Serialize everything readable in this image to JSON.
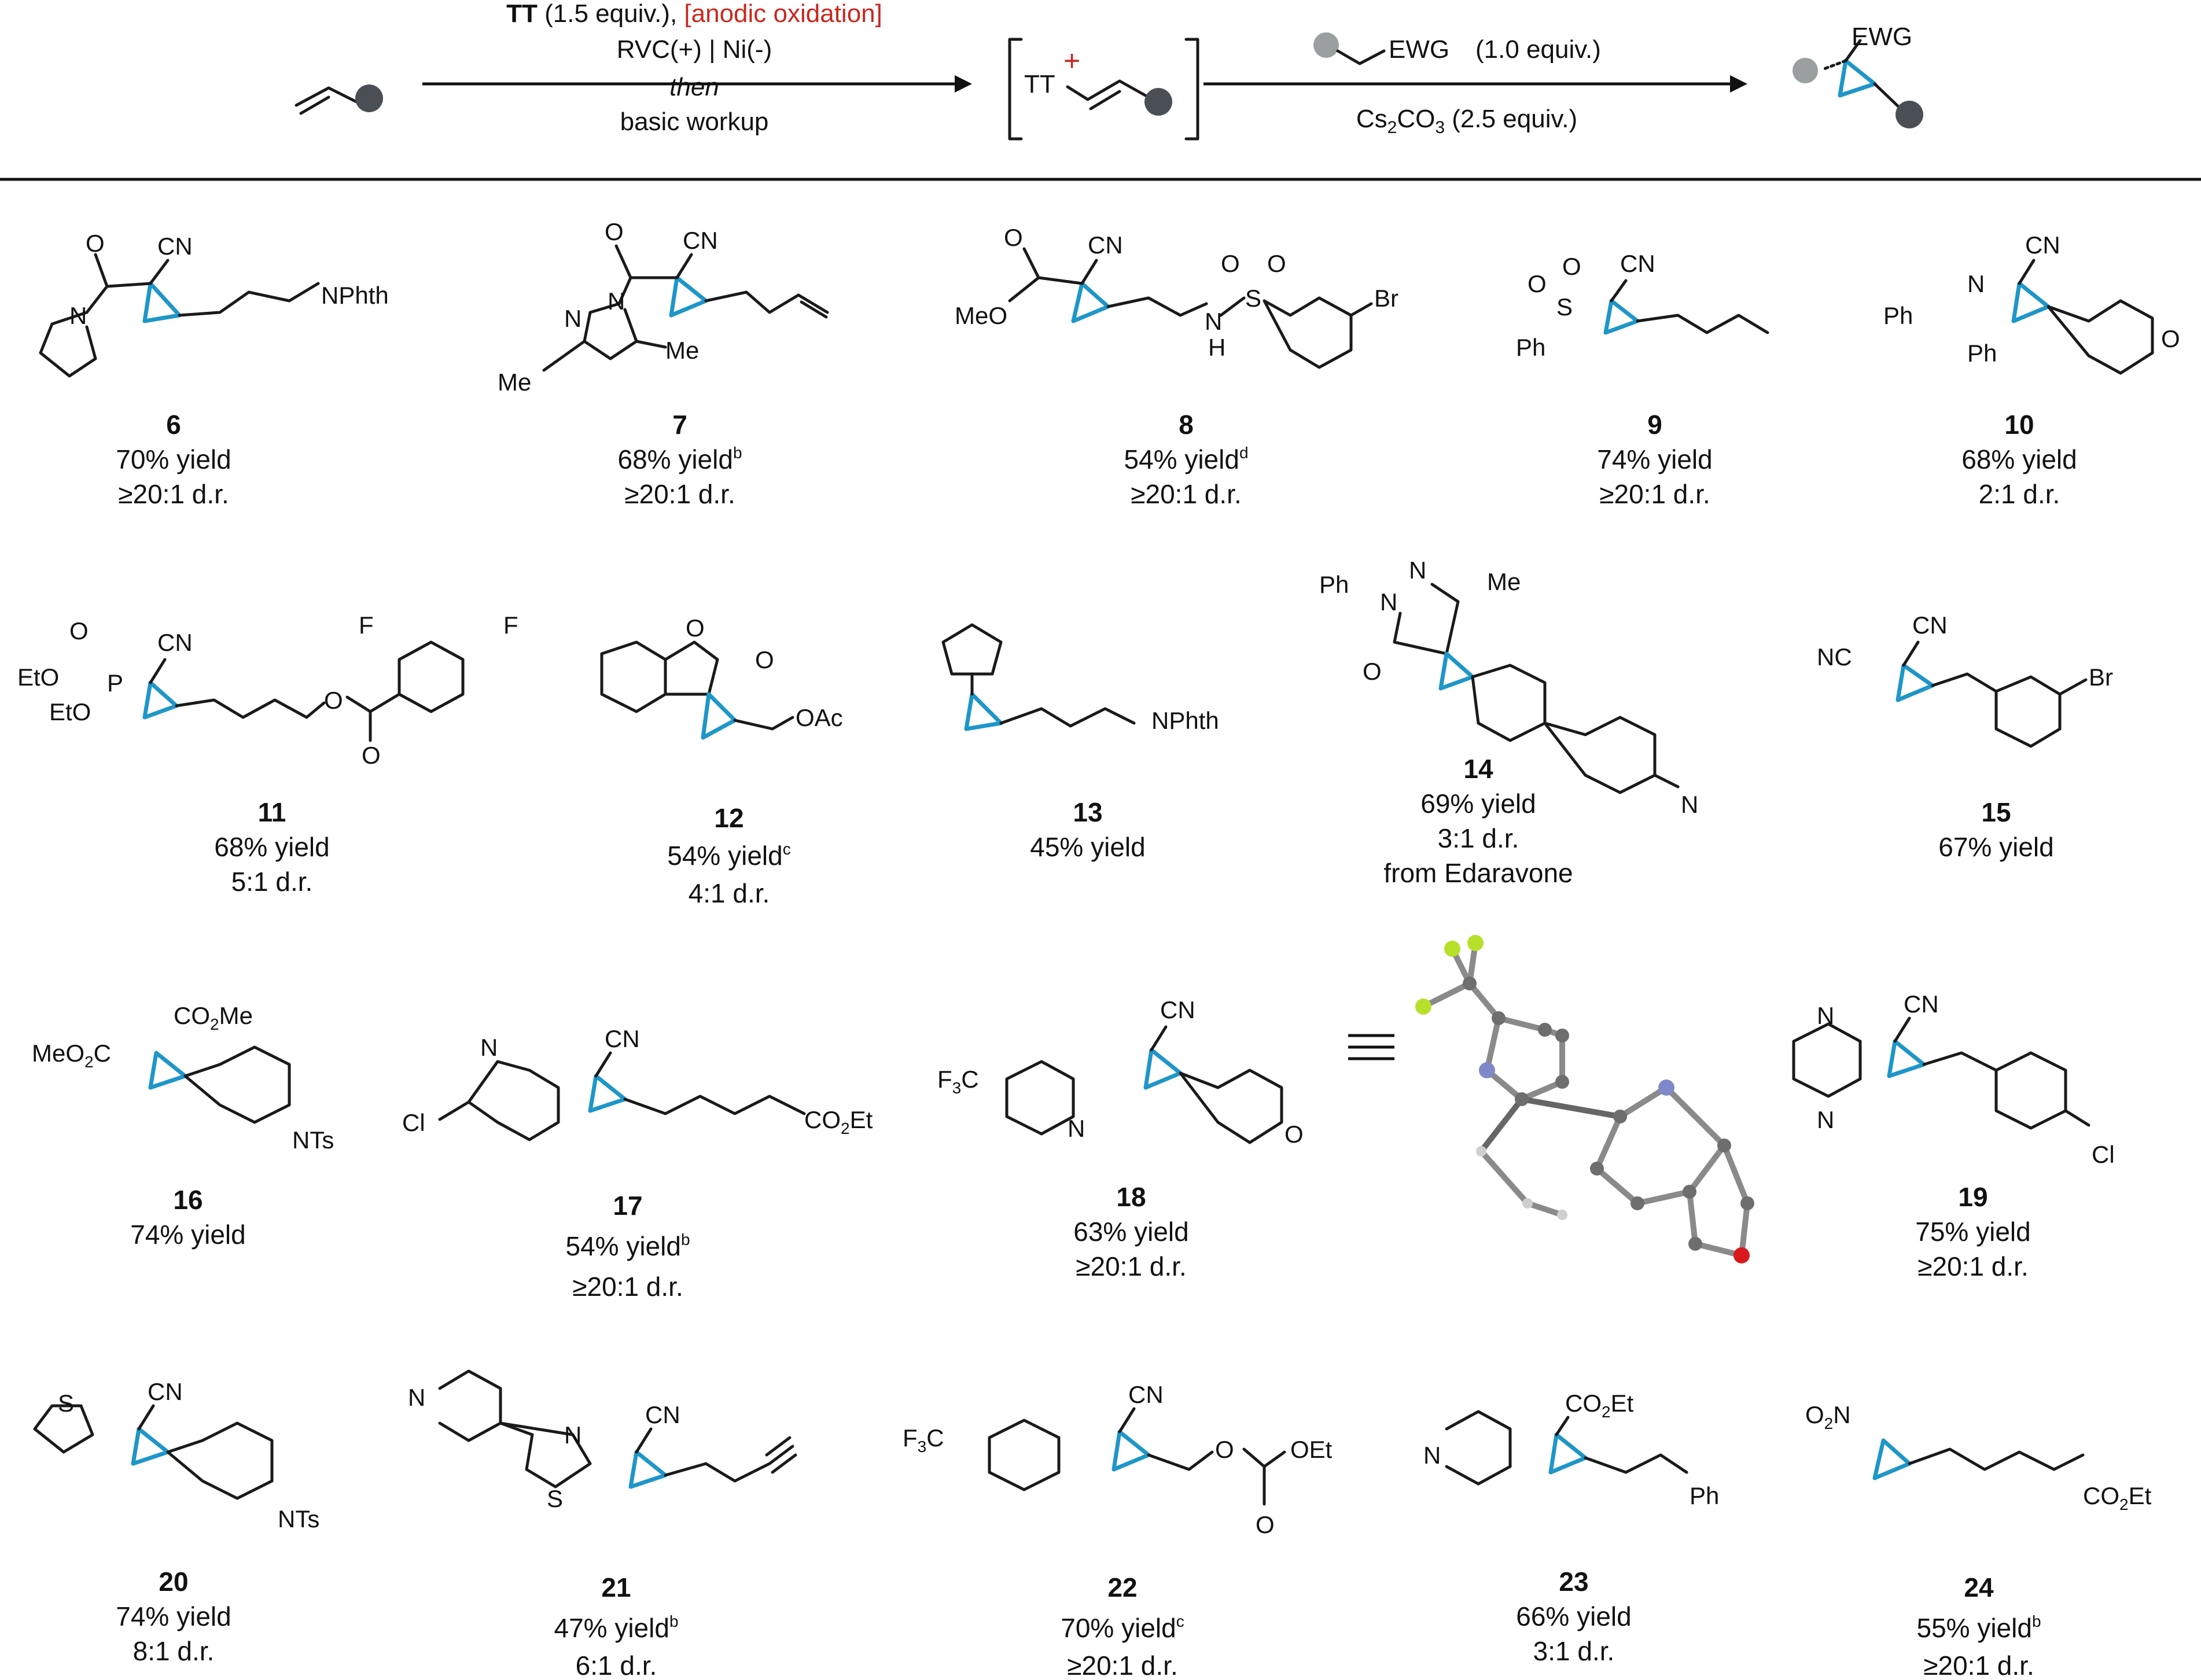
{
  "header": {
    "tt_bold": "TT",
    "tt_rest": " (1.5 equiv.), ",
    "anodic": "[anodic oxidation]",
    "electrodes": "RVC(+) | Ni(-)",
    "then": "then",
    "workup": "basic workup",
    "intermediate_tt": "TT",
    "plus": "+",
    "reagent_ewg": "EWG",
    "reagent_equiv": "(1.0 equiv.)",
    "base_a": "Cs",
    "base_sub1": "2",
    "base_b": "CO",
    "base_sub2": "3",
    "base_c": " (2.5 equiv.)",
    "product_ewg": "EWG"
  },
  "compounds": [
    {
      "num": "6",
      "yield": "70% yield",
      "note": "",
      "dr": "≥20:1 d.r.",
      "extra": "",
      "ewg": "CN"
    },
    {
      "num": "7",
      "yield": "68% yield",
      "note": "b",
      "dr": "≥20:1 d.r.",
      "extra": "",
      "ewg": "CN"
    },
    {
      "num": "8",
      "yield": "54% yield",
      "note": "d",
      "dr": "≥20:1 d.r.",
      "extra": "",
      "ewg": "CN"
    },
    {
      "num": "9",
      "yield": "74% yield",
      "note": "",
      "dr": "≥20:1 d.r.",
      "extra": "",
      "ewg": "CN"
    },
    {
      "num": "10",
      "yield": "68% yield",
      "note": "",
      "dr": "2:1 d.r.",
      "extra": "",
      "ewg": "CN"
    },
    {
      "num": "11",
      "yield": "68% yield",
      "note": "",
      "dr": "5:1 d.r.",
      "extra": "",
      "ewg": "CN"
    },
    {
      "num": "12",
      "yield": "54% yield",
      "note": "c",
      "dr": "4:1 d.r.",
      "extra": "",
      "ewg": ""
    },
    {
      "num": "13",
      "yield": "45% yield",
      "note": "",
      "dr": "",
      "extra": "",
      "ewg": ""
    },
    {
      "num": "14",
      "yield": "69% yield",
      "note": "",
      "dr": "3:1 d.r.",
      "extra": "from Edaravone",
      "ewg": ""
    },
    {
      "num": "15",
      "yield": "67% yield",
      "note": "",
      "dr": "",
      "extra": "",
      "ewg": "CN"
    },
    {
      "num": "16",
      "yield": "74% yield",
      "note": "",
      "dr": "",
      "extra": "",
      "ewg": ""
    },
    {
      "num": "17",
      "yield": "54% yield",
      "note": "b",
      "dr": "≥20:1 d.r.",
      "extra": "",
      "ewg": "CN"
    },
    {
      "num": "18",
      "yield": "63% yield",
      "note": "",
      "dr": "≥20:1 d.r.",
      "extra": "",
      "ewg": "CN"
    },
    {
      "num": "19",
      "yield": "75% yield",
      "note": "",
      "dr": "≥20:1 d.r.",
      "extra": "",
      "ewg": "CN"
    },
    {
      "num": "20",
      "yield": "74% yield",
      "note": "",
      "dr": "8:1 d.r.",
      "extra": "",
      "ewg": "CN"
    },
    {
      "num": "21",
      "yield": "47% yield",
      "note": "b",
      "dr": "6:1 d.r.",
      "extra": "",
      "ewg": "CN"
    },
    {
      "num": "22",
      "yield": "70% yield",
      "note": "c",
      "dr": "≥20:1 d.r.",
      "extra": "",
      "ewg": "CN"
    },
    {
      "num": "23",
      "yield": "66% yield",
      "note": "",
      "dr": "3:1 d.r.",
      "extra": "",
      "ewg": ""
    },
    {
      "num": "24",
      "yield": "55% yield",
      "note": "b",
      "dr": "≥20:1 d.r.",
      "extra": "",
      "ewg": ""
    }
  ],
  "labels": {
    "nphth": "NPhth",
    "ph": "Ph",
    "meo": "MeO",
    "me": "Me",
    "br": "Br",
    "cl": "Cl",
    "f": "F",
    "eto": "EtO",
    "oac": "OAc",
    "nts": "NTs",
    "n": "N",
    "o": "O",
    "s": "S",
    "h": "H",
    "nc": "NC",
    "f3c": "F",
    "f3c_sub": "3",
    "f3c_tail": "C",
    "co2me_a": "CO",
    "co2me_sub": "2",
    "co2me_b": "Me",
    "meo2c_a": "MeO",
    "meo2c_sub": "2",
    "meo2c_b": "C",
    "co2et_a": "CO",
    "co2et_sub": "2",
    "co2et_b": "Et",
    "oet": "OEt",
    "o2n_a": "O",
    "o2n_sub": "2",
    "o2n_b": "N",
    "p": "P"
  },
  "colors": {
    "cyclopropane": "#1e96c8",
    "oxidation": "#c9281f",
    "substituent_light": "#9aa0a0",
    "substituent_dark": "#4a4f55"
  }
}
